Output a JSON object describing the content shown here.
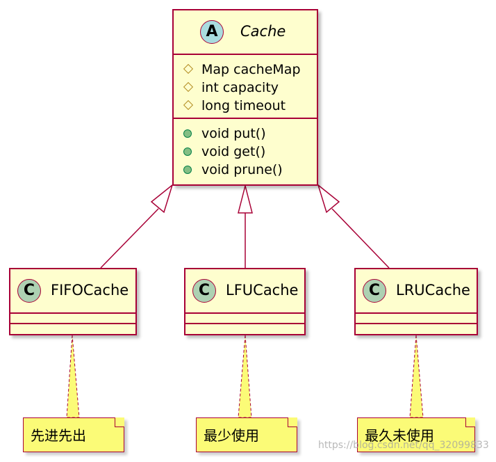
{
  "abstract_class": {
    "stereotype_letter": "A",
    "name": "Cache",
    "attributes": [
      {
        "visibility": "protected",
        "text": "Map cacheMap"
      },
      {
        "visibility": "protected",
        "text": "int capacity"
      },
      {
        "visibility": "protected",
        "text": "long timeout"
      }
    ],
    "methods": [
      {
        "visibility": "public",
        "text": "void put()"
      },
      {
        "visibility": "public",
        "text": "void get()"
      },
      {
        "visibility": "public",
        "text": "void prune()"
      }
    ]
  },
  "classes": [
    {
      "letter": "C",
      "name": "FIFOCache",
      "note": "先进先出"
    },
    {
      "letter": "C",
      "name": "LFUCache",
      "note": "最少使用"
    },
    {
      "letter": "C",
      "name": "LRUCache",
      "note": "最久未使用"
    }
  ],
  "watermark": "https://blog.csdn.net/qq_32099833",
  "colors": {
    "class_fill": "#FEFECE",
    "border": "#A80036",
    "abstract_badge": "#A9DCDF",
    "class_badge": "#ADD1B2",
    "note_fill": "#FBFB77"
  }
}
